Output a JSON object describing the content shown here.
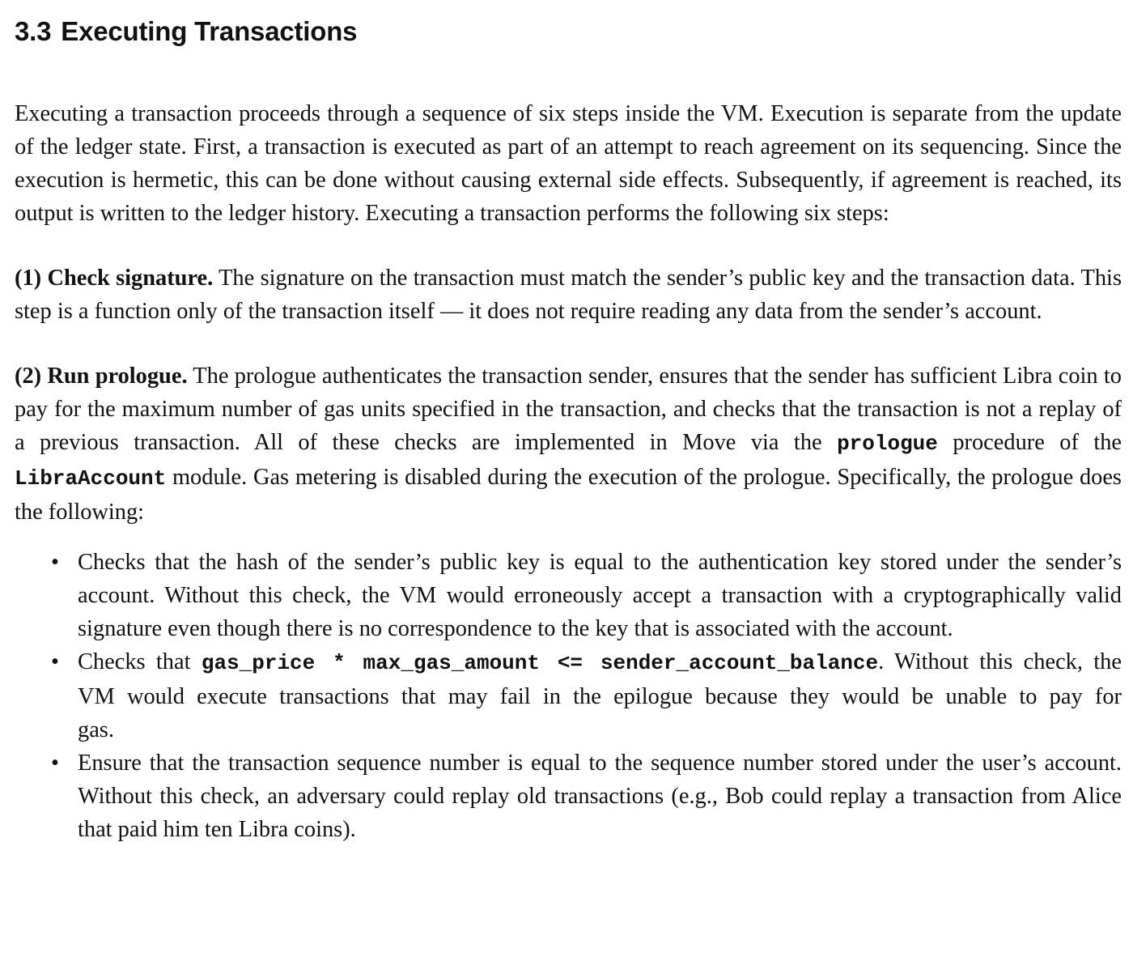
{
  "section": {
    "number": "3.3",
    "title": "Executing Transactions"
  },
  "intro": "Executing a transaction proceeds through a sequence of six steps inside the VM. Execution is separate from the update of the ledger state. First, a transaction is executed as part of an attempt to reach agreement on its sequencing. Since the execution is hermetic, this can be done without causing external side effects. Subsequently, if agreement is reached, its output is written to the ledger history. Executing a transaction performs the following six steps:",
  "step1": {
    "title": "(1) Check signature.",
    "body": "The signature on the transaction must match the sender’s public key and the transaction data. This step is a function only of the transaction itself — it does not require reading any data from the sender’s account."
  },
  "step2": {
    "title": "(2) Run prologue.",
    "body_1": "The prologue authenticates the transaction sender, ensures that the sender has sufficient Libra coin to pay for the maximum number of gas units specified in the transaction, and checks that the transaction is not a replay of a previous transaction. All of these checks are implemented in Move via the",
    "code_1": "prologue",
    "body_2": "procedure of the",
    "code_2": "LibraAccount",
    "body_3": "module. Gas metering is disabled during the execution of the prologue. Specifically, the prologue does the following:"
  },
  "bullets": {
    "marker": "•",
    "item1": "Checks that the hash of the sender’s public key is equal to the authentication key stored under the sender’s account. Without this check, the VM would erroneously accept a transaction with a cryptographically valid signature even though there is no correspondence to the key that is associated with the account.",
    "item2_pre": "Checks that",
    "item2_code": "gas_price * max_gas_amount <= sender_account_balance",
    "item2_post": ". Without this check, the VM would execute transactions that may fail in the epilogue because they would be unable to pay for gas.",
    "item3": "Ensure that the transaction sequence number is equal to the sequence number stored under the user’s account. Without this check, an adversary could replay old transactions (e.g., Bob could replay a transaction from Alice that paid him ten Libra coins)."
  }
}
